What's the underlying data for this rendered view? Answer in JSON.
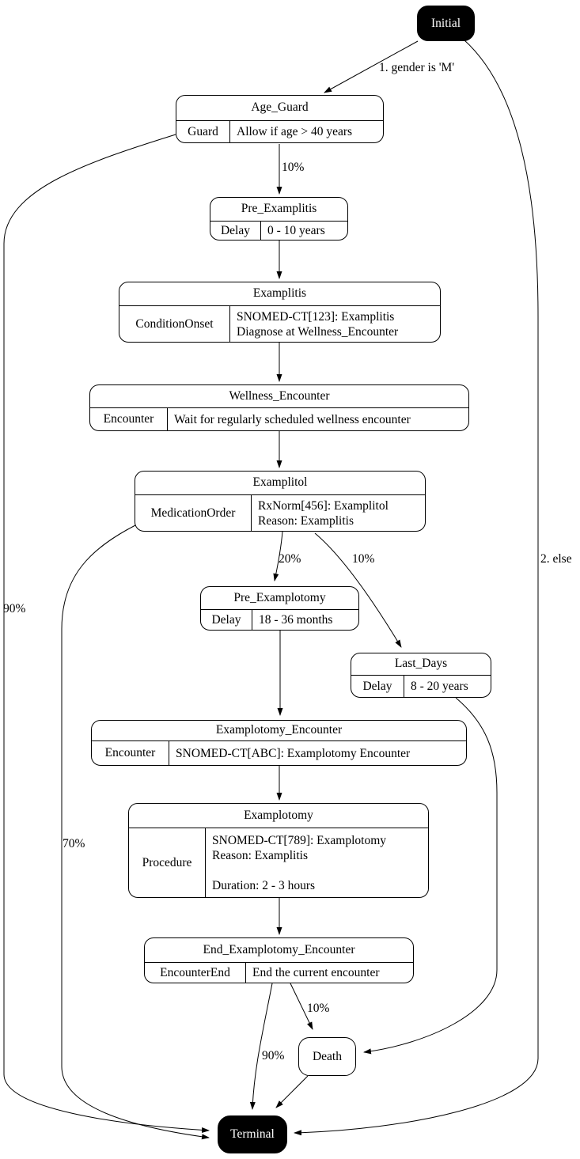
{
  "nodes": {
    "initial": {
      "label": "Initial"
    },
    "age_guard": {
      "title": "Age_Guard",
      "type": "Guard",
      "detail": "Allow if age > 40 years"
    },
    "pre_examplitis": {
      "title": "Pre_Examplitis",
      "type": "Delay",
      "detail": "0 - 10 years"
    },
    "examplitis": {
      "title": "Examplitis",
      "type": "ConditionOnset",
      "detail": "SNOMED-CT[123]: Examplitis\nDiagnose at Wellness_Encounter"
    },
    "wellness_encounter": {
      "title": "Wellness_Encounter",
      "type": "Encounter",
      "detail": "Wait for regularly scheduled wellness encounter"
    },
    "examplitol": {
      "title": "Examplitol",
      "type": "MedicationOrder",
      "detail": "RxNorm[456]: Examplitol\nReason: Examplitis"
    },
    "pre_examplotomy": {
      "title": "Pre_Examplotomy",
      "type": "Delay",
      "detail": "18 - 36 months"
    },
    "last_days": {
      "title": "Last_Days",
      "type": "Delay",
      "detail": "8 - 20 years"
    },
    "examplotomy_encounter": {
      "title": "Examplotomy_Encounter",
      "type": "Encounter",
      "detail": "SNOMED-CT[ABC]: Examplotomy Encounter"
    },
    "examplotomy": {
      "title": "Examplotomy",
      "type": "Procedure",
      "detail": "SNOMED-CT[789]: Examplotomy\nReason: Examplitis\n\nDuration: 2 - 3 hours"
    },
    "end_examplotomy_encounter": {
      "title": "End_Examplotomy_Encounter",
      "type": "EncounterEnd",
      "detail": "End the current encounter"
    },
    "death": {
      "label": "Death"
    },
    "terminal": {
      "label": "Terminal"
    }
  },
  "edge_labels": {
    "initial_to_age_guard": "1. gender is 'M'",
    "initial_to_terminal": "2. else",
    "age_guard_to_pre_examplitis": "10%",
    "age_guard_to_terminal": "90%",
    "examplitol_to_pre_examplotomy": "20%",
    "examplitol_to_last_days": "10%",
    "examplitol_to_terminal": "70%",
    "end_encounter_to_death": "10%",
    "end_encounter_to_terminal": "90%"
  },
  "colors": {
    "node_fill": "#ffffff",
    "node_border": "#000000",
    "start_end_fill": "#000000",
    "start_end_text": "#ffffff",
    "edge": "#000000"
  }
}
